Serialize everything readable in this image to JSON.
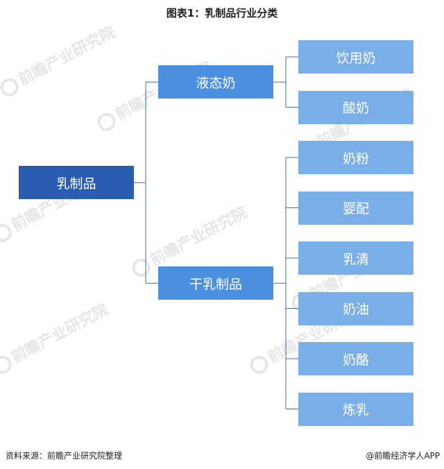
{
  "title": "图表1：乳制品行业分类",
  "diagram": {
    "root": "乳制品",
    "branches": [
      {
        "label": "液态奶",
        "children": [
          "饮用奶",
          "酸奶"
        ]
      },
      {
        "label": "干乳制品",
        "children": [
          "奶粉",
          "婴配",
          "乳清",
          "奶油",
          "奶酪",
          "炼乳"
        ]
      }
    ]
  },
  "footer": {
    "source": "资料来源：前瞻产业研究院整理",
    "brand": "@前瞻经济学人APP"
  },
  "watermark": "前瞻产业研究院",
  "colors": {
    "root": "#2a5db2",
    "branch": "#4a8fe0",
    "leaf": "#7aaee8",
    "connector": "#4a6d8c"
  }
}
